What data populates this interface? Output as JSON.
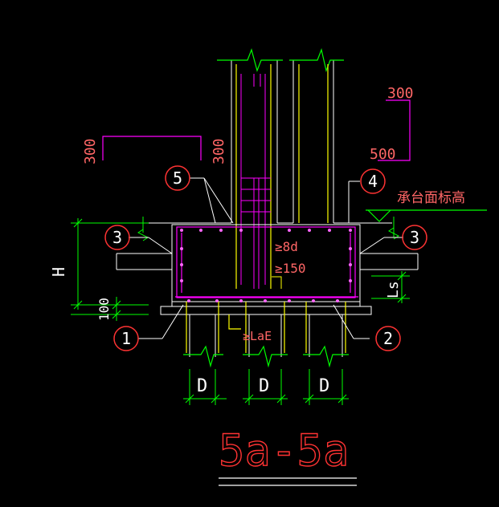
{
  "drawing": {
    "section_title": "5a-5a",
    "label_top_right": "300",
    "label_top_right_lower": "500",
    "label_left_box_left": "300",
    "label_left_box_right": "300",
    "cap_elevation_label": "承台面标高",
    "rebar_8d": "≥8d",
    "rebar_150": "≥150",
    "rebar_LaE": "≥LaE",
    "dim_H": "H",
    "dim_100": "100",
    "dim_Ls": "Ls",
    "dim_D1": "D",
    "dim_D2": "D",
    "dim_D3": "D",
    "callouts": [
      "1",
      "2",
      "3",
      "3",
      "4",
      "5"
    ]
  },
  "colors": {
    "background": "#000000",
    "white": "#ffffff",
    "green": "#00ff00",
    "magenta": "#ff00ff",
    "yellow": "#ffff00",
    "red": "#ff3333",
    "salmon": "#ff6666"
  }
}
